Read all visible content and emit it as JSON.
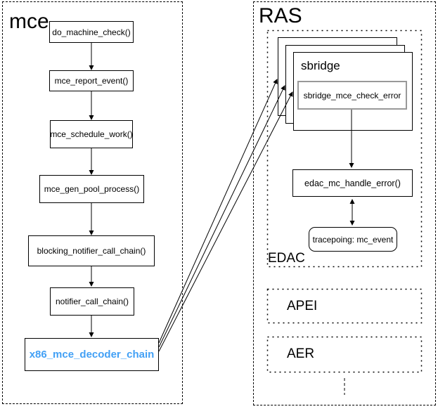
{
  "colors": {
    "highlight": "#42A0F5"
  },
  "mce": {
    "title": "mce",
    "nodes": [
      "do_machine_check()",
      "mce_report_event()",
      "mce_schedule_work()",
      "mce_gen_pool_process()",
      "blocking_notifier_call_chain()",
      "notifier_call_chain()",
      "x86_mce_decoder_chain"
    ]
  },
  "ras": {
    "title": "RAS",
    "edac": {
      "label": "EDAC",
      "sbridge_title": "sbridge",
      "sbridge_check_label": "sbridge_mce_check_error",
      "handler_label": "edac_mc_handle_error()",
      "tracepoint_label": "tracepoing: mc_event"
    },
    "apei_label": "APEI",
    "aer_label": "AER"
  }
}
